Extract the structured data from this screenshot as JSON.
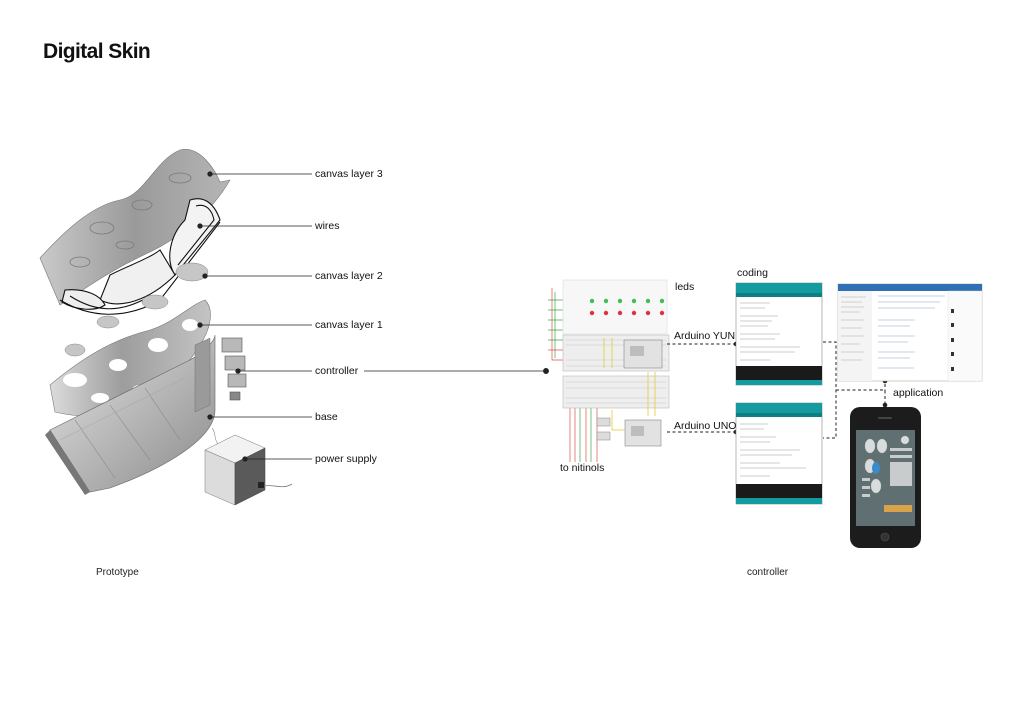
{
  "title": "Digital Skin",
  "prototype": {
    "layers": [
      "canvas layer 3",
      "wires",
      "canvas layer 2",
      "canvas layer 1",
      "controller",
      "base",
      "power supply"
    ],
    "caption": "Prototype"
  },
  "controller_diagram": {
    "leds": "leds",
    "coding": "coding",
    "arduino_yun": "Arduino YUN",
    "arduino_uno": "Arduino UNO",
    "to_nitinols": "to nitinols",
    "application": "application",
    "caption": "controller"
  },
  "colors": {
    "teal": "#149ba0",
    "app_header": "#2f6fb3",
    "led_green": "#3fbf4f",
    "led_red": "#e0323a",
    "wire_red": "#d9534f",
    "wire_green": "#3aa64a",
    "wire_yellow": "#e8c930"
  }
}
